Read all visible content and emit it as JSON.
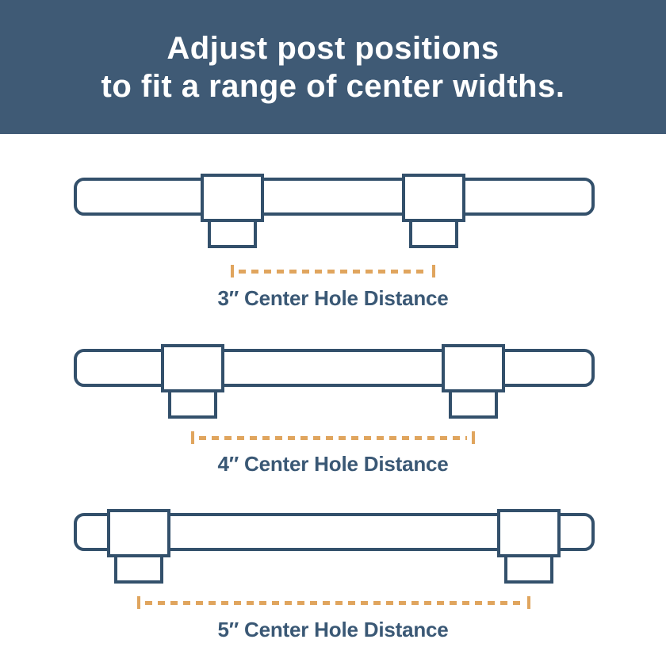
{
  "header": {
    "line1": "Adjust post positions",
    "line2": "to fit a range of center widths."
  },
  "diagrams": [
    {
      "inches": 3,
      "label": "3″ Center Hole Distance"
    },
    {
      "inches": 4,
      "label": "4″ Center Hole Distance"
    },
    {
      "inches": 5,
      "label": "5″ Center Hole Distance"
    }
  ],
  "colors": {
    "banner": "#3F5A75",
    "outline": "#33506B",
    "label_text": "#3A5875",
    "measure_accent": "#E0A55E",
    "background": "#FFFFFF"
  }
}
